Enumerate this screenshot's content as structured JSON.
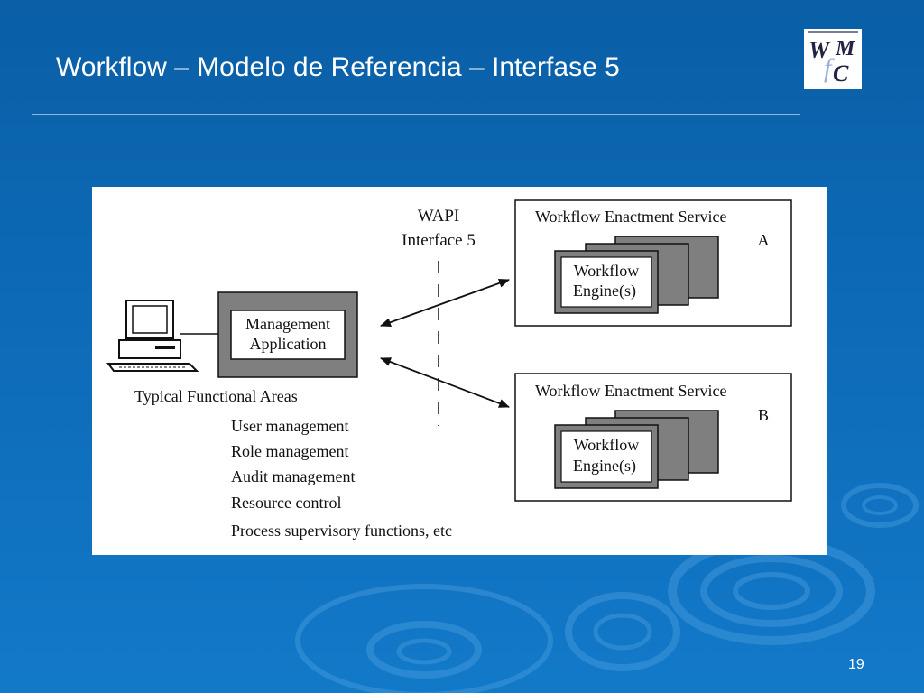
{
  "slide": {
    "title": "Workflow – Modelo de Referencia – Interfase 5",
    "page_number": "19"
  },
  "logo": {
    "letters": [
      "W",
      "f",
      "M",
      "C"
    ]
  },
  "diagram": {
    "wapi_line1": "WAPI",
    "wapi_line2": "Interface 5",
    "management_line1": "Management",
    "management_line2": "Application",
    "functional_areas_title": "Typical Functional Areas",
    "functional_areas": [
      "User management",
      "Role management",
      "Audit management",
      "Resource control",
      "Process supervisory functions, etc"
    ],
    "services": [
      {
        "title": "Workflow Enactment Service",
        "letter": "A",
        "engine_line1": "Workflow",
        "engine_line2": "Engine(s)"
      },
      {
        "title": "Workflow Enactment Service",
        "letter": "B",
        "engine_line1": "Workflow",
        "engine_line2": "Engine(s)"
      }
    ]
  },
  "colors": {
    "background_top": "#0a5fa6",
    "background_bottom": "#1279c9",
    "title_text": "#ffffff",
    "diagram_gray": "#7f7f7f"
  }
}
